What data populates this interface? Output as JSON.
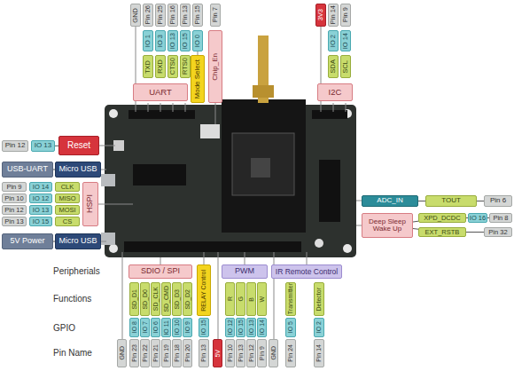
{
  "diagram": {
    "nodes": [
      {
        "text": [
          "GND"
        ]
      },
      {
        "text": [
          "Pin 26"
        ]
      },
      {
        "text": [
          "Pin 25"
        ]
      },
      {
        "text": [
          "Pin 16"
        ]
      },
      {
        "text": [
          "Pin 13"
        ]
      },
      {
        "text": [
          "Pin 15"
        ]
      },
      {
        "text": [
          "Pin 7"
        ]
      },
      {
        "text": [
          "IO 1"
        ]
      },
      {
        "text": [
          "IO 3"
        ]
      },
      {
        "text": [
          "IO 13"
        ]
      },
      {
        "text": [
          "IO 15"
        ]
      },
      {
        "text": [
          "IO 0"
        ]
      },
      {
        "text": [
          "TXD"
        ]
      },
      {
        "text": [
          "RXD"
        ]
      },
      {
        "text": [
          "CTS0"
        ]
      },
      {
        "text": [
          "RTS0"
        ]
      },
      {
        "text": [
          "Mode Select"
        ]
      },
      {
        "text": [
          "Chip_En"
        ]
      },
      {
        "text": [
          "UART"
        ]
      },
      {
        "text": [
          "3V3"
        ]
      },
      {
        "text": [
          "Pin 14"
        ]
      },
      {
        "text": [
          "Pin 9"
        ]
      },
      {
        "text": [
          "IO 2"
        ]
      },
      {
        "text": [
          "IO 14"
        ]
      },
      {
        "text": [
          "SDA"
        ]
      },
      {
        "text": [
          "SCL"
        ]
      },
      {
        "text": [
          "I2C"
        ]
      },
      {
        "text": [
          "Pin 12"
        ]
      },
      {
        "text": [
          "IO 13"
        ]
      },
      {
        "text": [
          "Reset"
        ]
      },
      {
        "text": [
          "USB-UART"
        ]
      },
      {
        "text": [
          "Micro USB"
        ]
      },
      {
        "text": [
          "Pin 9"
        ]
      },
      {
        "text": [
          "IO 14"
        ]
      },
      {
        "text": [
          "CLK"
        ]
      },
      {
        "text": [
          "Pin 10"
        ]
      },
      {
        "text": [
          "IO 12"
        ]
      },
      {
        "text": [
          "MISO"
        ]
      },
      {
        "text": [
          "Pin 12"
        ]
      },
      {
        "text": [
          "IO 13"
        ]
      },
      {
        "text": [
          "MOSI"
        ]
      },
      {
        "text": [
          "Pin 13"
        ]
      },
      {
        "text": [
          "IO 15"
        ]
      },
      {
        "text": [
          "CS"
        ]
      },
      {
        "text": [
          "HSPI"
        ]
      },
      {
        "text": [
          "5V Power"
        ]
      },
      {
        "text": [
          "Micro USB"
        ]
      },
      {
        "text": [
          "ADC_IN"
        ]
      },
      {
        "text": [
          "TOUT"
        ]
      },
      {
        "text": [
          "Pin 6"
        ]
      },
      {
        "text": [
          "Deep Sleep Wake Up"
        ]
      },
      {
        "text": [
          "XPD_DCDC"
        ]
      },
      {
        "text": [
          "IO 16"
        ]
      },
      {
        "text": [
          "Pin 8"
        ]
      },
      {
        "text": [
          "EXT_RSTB"
        ]
      },
      {
        "text": [
          "Pin 32"
        ]
      },
      {
        "text": [
          "SDIO / SPI"
        ]
      },
      {
        "text": [
          "RELAY Control"
        ]
      },
      {
        "text": [
          "PWM"
        ]
      },
      {
        "text": [
          "IR Remote Control"
        ]
      },
      {
        "text": [
          "SD_D1"
        ]
      },
      {
        "text": [
          "SD_D0"
        ]
      },
      {
        "text": [
          "SD_CLK"
        ]
      },
      {
        "text": [
          "SD_CMD"
        ]
      },
      {
        "text": [
          "SD_D3"
        ]
      },
      {
        "text": [
          "SD_D2"
        ]
      },
      {
        "text": [
          "R"
        ]
      },
      {
        "text": [
          "G"
        ]
      },
      {
        "text": [
          "B"
        ]
      },
      {
        "text": [
          "W"
        ]
      },
      {
        "text": [
          "Transmitter"
        ]
      },
      {
        "text": [
          "Detector"
        ]
      },
      {
        "text": [
          "IO 8"
        ]
      },
      {
        "text": [
          "IO 7"
        ]
      },
      {
        "text": [
          "IO 6"
        ]
      },
      {
        "text": [
          "IO 11"
        ]
      },
      {
        "text": [
          "IO 10"
        ]
      },
      {
        "text": [
          "IO 9"
        ]
      },
      {
        "text": [
          "IO 15"
        ]
      },
      {
        "text": [
          "IO 12"
        ]
      },
      {
        "text": [
          "IO 15"
        ]
      },
      {
        "text": [
          "IO 13"
        ]
      },
      {
        "text": [
          "IO 14"
        ]
      },
      {
        "text": [
          "IO 5"
        ]
      },
      {
        "text": [
          "IO 2"
        ]
      },
      {
        "text": [
          "GND"
        ]
      },
      {
        "text": [
          "Pin 23"
        ]
      },
      {
        "text": [
          "Pin 22"
        ]
      },
      {
        "text": [
          "Pin 21"
        ]
      },
      {
        "text": [
          "Pin 19"
        ]
      },
      {
        "text": [
          "Pin 18"
        ]
      },
      {
        "text": [
          "Pin 20"
        ]
      },
      {
        "text": [
          "Pin 13"
        ]
      },
      {
        "text": [
          "5V"
        ]
      },
      {
        "text": [
          "Pin 10"
        ]
      },
      {
        "text": [
          "Pin 13"
        ]
      },
      {
        "text": [
          "Pin 12"
        ]
      },
      {
        "text": [
          "Pin 9"
        ]
      },
      {
        "text": [
          "GND"
        ]
      },
      {
        "text": [
          "Pin 24"
        ]
      },
      {
        "text": [
          "Pin 14"
        ]
      }
    ],
    "edges": [
      {
        "from": 28,
        "to": 29,
        "arrow": "none"
      },
      {
        "from": 30,
        "to": 31,
        "arrow": "none"
      },
      {
        "from": 45,
        "to": 46,
        "arrow": "none"
      },
      {
        "from": 47,
        "to": 48,
        "arrow": "none"
      },
      {
        "from": 48,
        "to": 49,
        "arrow": "none"
      },
      {
        "from": 50,
        "to": 51,
        "arrow": "none"
      },
      {
        "from": 51,
        "to": 52,
        "arrow": "none"
      },
      {
        "from": 52,
        "to": 53,
        "arrow": "none"
      },
      {
        "from": 50,
        "to": 54,
        "arrow": "none"
      },
      {
        "from": 54,
        "to": 55,
        "arrow": "none"
      }
    ],
    "labels": [
      "Peripherials",
      "Functions",
      "GPIO",
      "Pin Name"
    ]
  }
}
